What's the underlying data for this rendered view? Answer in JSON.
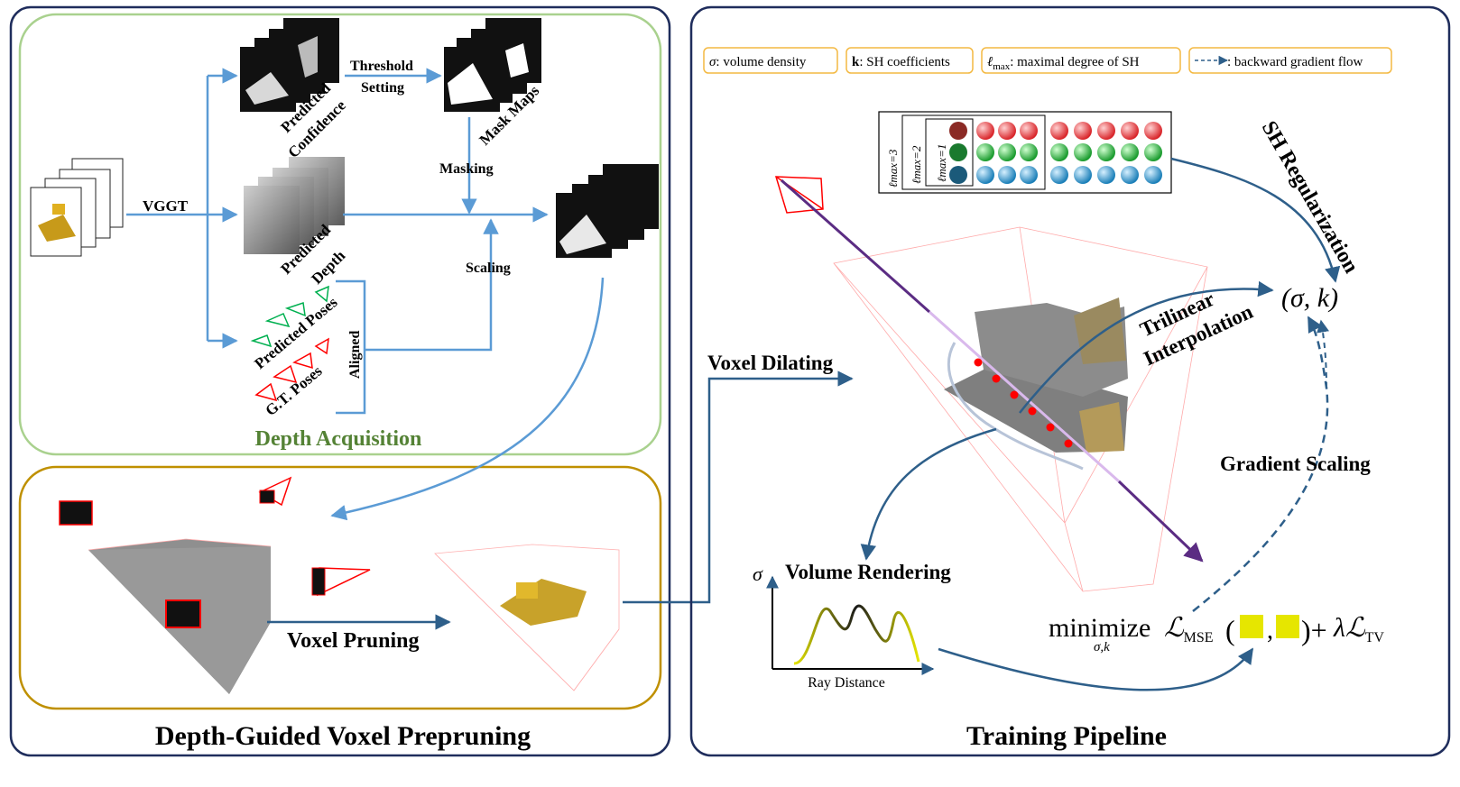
{
  "left_panel": {
    "title": "Depth-Guided Voxel Prepruning",
    "depth_acquisition": {
      "title": "Depth Acquisition",
      "vggt_label": "VGGT",
      "predicted_confidence": [
        "Predicted",
        "Confidence"
      ],
      "threshold_setting": [
        "Threshold",
        "Setting"
      ],
      "mask_maps": "Mask Maps",
      "masking": "Masking",
      "predicted_depth": [
        "Predicted",
        "Depth"
      ],
      "scaling": "Scaling",
      "predicted_poses": "Predicted Poses",
      "gt_poses": "G.T. Poses",
      "aligned": "Aligned"
    },
    "pruning": {
      "voxel_pruning": "Voxel Pruning"
    }
  },
  "right_panel": {
    "title": "Training Pipeline",
    "legend": {
      "sigma": {
        "sym": "σ",
        "text": ": volume density"
      },
      "k": {
        "sym": "k",
        "text": ": SH coefficients"
      },
      "lmax": {
        "sym": "ℓ",
        "sub": "max",
        "text": ": maximal  degree of SH"
      },
      "backward": {
        "text": ": backward gradient  flow"
      }
    },
    "sh_rows": [
      "ℓmax=3",
      "ℓmax=2",
      "ℓmax=1"
    ],
    "sh_regularization": "SH Regularization",
    "sigma_k": "(σ, k)",
    "trilinear": [
      "Trilinear",
      "Interpolation"
    ],
    "voxel_dilating": "Voxel Dilating",
    "gradient_scaling": "Gradient Scaling",
    "volume_rendering": "Volume Rendering",
    "plot_y": "σ",
    "plot_x": "Ray Distance",
    "loss": {
      "minimize": "minimize",
      "under": "σ,k",
      "mse_sub": "MSE",
      "tv_sub": "TV",
      "lambda": "λ"
    }
  },
  "colors": {
    "green_frame": "#a9d18e",
    "gold_frame": "#bf9000",
    "navy_frame": "#1f2d5c",
    "arrow_blue": "#5b9bd5",
    "arrow_dark": "#2e5f8a",
    "title_green": "#548235",
    "legend_border": "#f4b942",
    "pose_green": "#00b050",
    "pose_red": "#ff0000",
    "ray_purple": "#5b2c83",
    "yellow_box": "#e6e600"
  }
}
